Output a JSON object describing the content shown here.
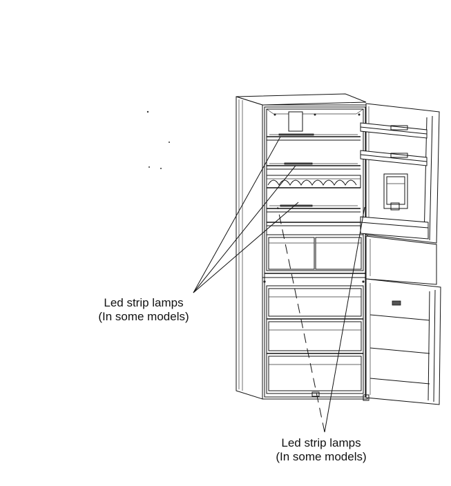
{
  "callouts": {
    "left": {
      "line1": "Led strip lamps",
      "line2": "(In some models)"
    },
    "bottom": {
      "line1": "Led strip lamps",
      "line2": "(In some models)"
    }
  }
}
